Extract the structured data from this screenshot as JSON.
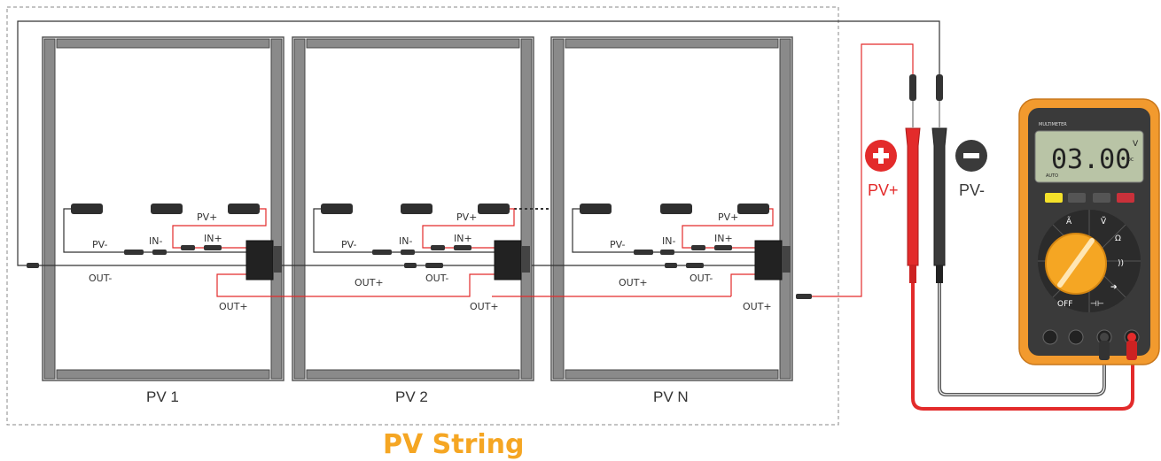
{
  "title": "PV String",
  "panels": [
    {
      "name": "PV 1",
      "pv_minus": "PV-",
      "in_minus": "IN-",
      "in_plus": "IN+",
      "pv_plus": "PV+",
      "out_minus": "OUT-",
      "out_plus": "OUT+"
    },
    {
      "name": "PV 2",
      "pv_minus": "PV-",
      "in_minus": "IN-",
      "in_plus": "IN+",
      "pv_plus": "PV+",
      "out_minus": "OUT-",
      "out_plus": "OUT+",
      "out_plus_2": "OUT+"
    },
    {
      "name": "PV N",
      "pv_minus": "PV-",
      "in_minus": "IN-",
      "in_plus": "IN+",
      "pv_plus": "PV+",
      "out_minus": "OUT-",
      "out_plus": "OUT+",
      "out_plus_2": "OUT+"
    }
  ],
  "meter": {
    "brand": "MULTIMETER",
    "reading": "03.00",
    "unit": "V",
    "mode": "AUTO",
    "dc": "DC",
    "positive_label": "PV+",
    "negative_label": "PV-"
  },
  "colors": {
    "accent": "#f5a623",
    "positive": "#e32b2b",
    "negative": "#3a3a3a",
    "meter_body": "#f29a2e"
  },
  "icons": [
    "plus-circle-icon",
    "minus-circle-icon"
  ]
}
